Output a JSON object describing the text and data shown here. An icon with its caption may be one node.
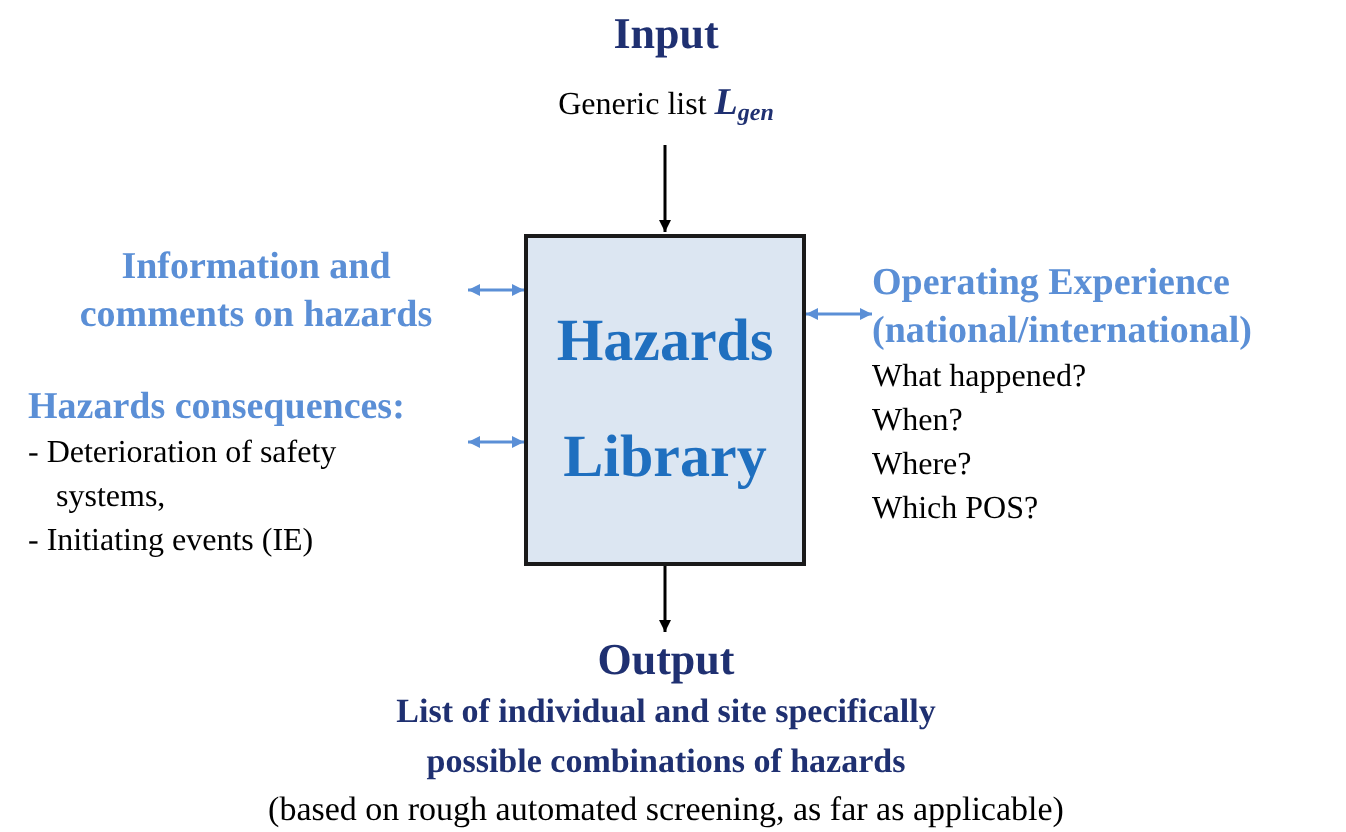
{
  "diagram": {
    "nodes": [
      {
        "text": [
          "Input",
          "Generic list **L**$_{gen}$"
        ]
      },
      {
        "text": [
          "Hazards Library"
        ]
      },
      {
        "text": [
          "Information and comments on hazards"
        ]
      },
      {
        "text": [
          "Hazards consequences:",
          "- Deterioration of safety systems,",
          "- Initiating events  (IE)"
        ]
      },
      {
        "text": [
          "Operating Experience (national/international)",
          "What happened?",
          "When?",
          "Where?",
          "Which POS?"
        ]
      },
      {
        "text": [
          "Output",
          "List of individual and site specifically possible combinations of hazards",
          "(based on rough automated screening, as far as applicable)"
        ]
      }
    ],
    "edges": [
      {
        "from": 0,
        "to": 1,
        "arrow": "to",
        "color": "#000000"
      },
      {
        "from": 2,
        "to": 1,
        "arrow": "both"
      },
      {
        "from": 3,
        "to": 1,
        "arrow": "both"
      },
      {
        "from": 1,
        "to": 4,
        "arrow": "both"
      },
      {
        "from": 1,
        "to": 5,
        "arrow": "to",
        "color": "#000000"
      }
    ]
  }
}
